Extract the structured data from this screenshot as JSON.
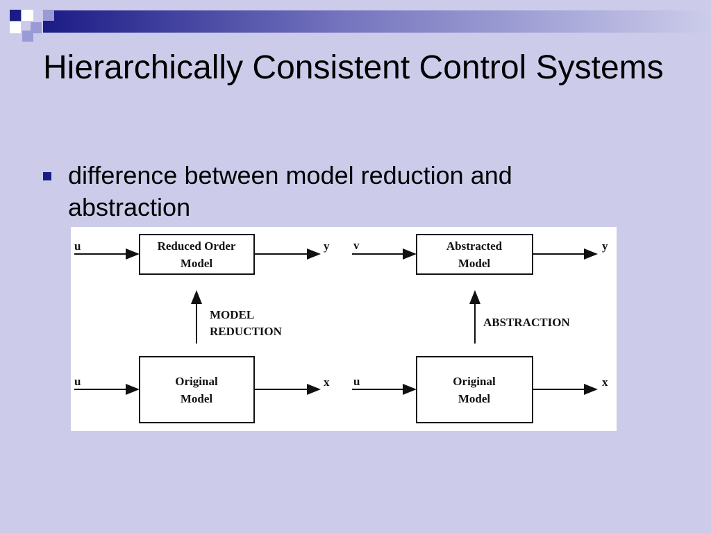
{
  "slide": {
    "title": "Hierarchically Consistent Control Systems",
    "bullets": [
      "difference between model reduction and abstraction"
    ]
  },
  "figure": {
    "left_panel": {
      "top_box": [
        "Reduced Order",
        "Model"
      ],
      "top_input": "u",
      "top_output": "y",
      "bottom_box": [
        "Original",
        "Model"
      ],
      "bottom_input": "u",
      "bottom_output": "x",
      "arrow_label": [
        "MODEL",
        "REDUCTION"
      ]
    },
    "right_panel": {
      "top_box": [
        "Abstracted",
        "Model"
      ],
      "top_input": "v",
      "top_output": "y",
      "bottom_box": [
        "Original",
        "Model"
      ],
      "bottom_input": "u",
      "bottom_output": "x",
      "arrow_label": [
        "ABSTRACTION"
      ]
    }
  },
  "colors": {
    "background": "#ccccea",
    "bullet": "#1b1b86",
    "deco_dark": "#1b1b86",
    "deco_light": "#9a9ad6"
  }
}
